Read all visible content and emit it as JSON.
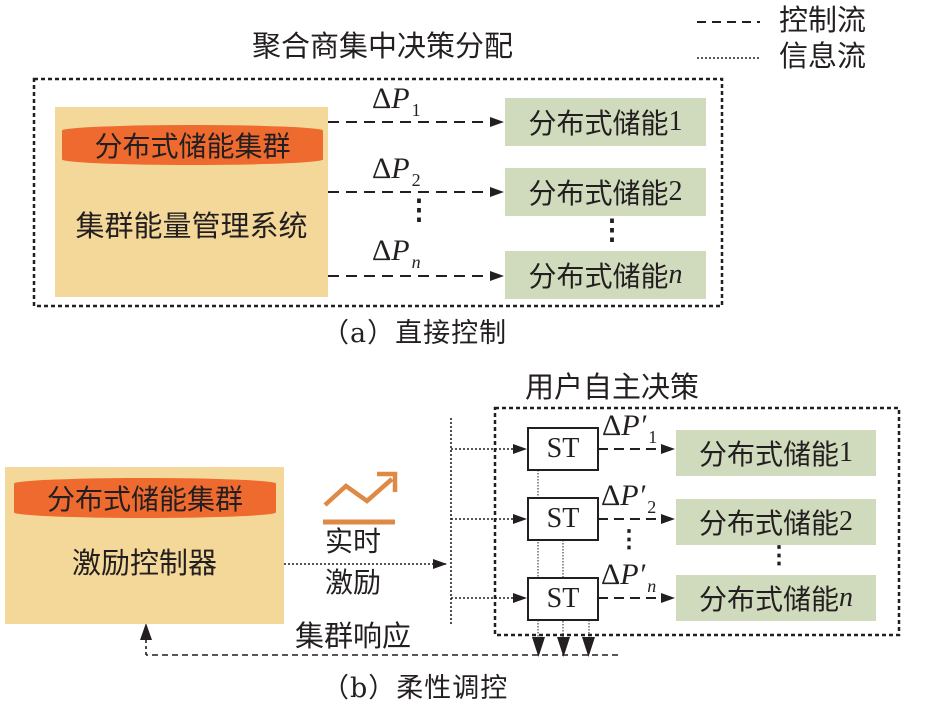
{
  "legend": {
    "control_flow": "控制流",
    "info_flow": "信息流"
  },
  "part_a": {
    "title": "聚合商集中决策分配",
    "cluster_label": "分布式储能集群",
    "system_label": "集群能量管理系统",
    "signals": [
      {
        "delta": "Δ",
        "var": "P",
        "sub": "1"
      },
      {
        "delta": "Δ",
        "var": "P",
        "sub": "2"
      },
      {
        "delta": "Δ",
        "var": "P",
        "sub": "n"
      }
    ],
    "storage_units": [
      {
        "prefix": "分布式储能",
        "index": "1"
      },
      {
        "prefix": "分布式储能",
        "index": "2"
      },
      {
        "prefix": "分布式储能",
        "index": "n"
      }
    ],
    "ellipsis": "⋮",
    "caption": "（a）直接控制"
  },
  "part_b": {
    "user_decision_title": "用户自主决策",
    "cluster_label": "分布式储能集群",
    "controller_label": "激励控制器",
    "incentive_line1": "实时",
    "incentive_line2": "激励",
    "response_label": "集群响应",
    "st_label": "ST",
    "signals": [
      {
        "delta": "Δ",
        "var": "P′",
        "sub": "1"
      },
      {
        "delta": "Δ",
        "var": "P′",
        "sub": "2"
      },
      {
        "delta": "Δ",
        "var": "P′",
        "sub": "n"
      }
    ],
    "storage_units": [
      {
        "prefix": "分布式储能",
        "index": "1"
      },
      {
        "prefix": "分布式储能",
        "index": "2"
      },
      {
        "prefix": "分布式储能",
        "index": "n"
      }
    ],
    "ellipsis": "⋮",
    "caption": "（b）柔性调控"
  },
  "colors": {
    "beige": "#f4d899",
    "orange_pill": "#ee6a2e",
    "green_box": "#cfdbbc",
    "trend_icon": "#de8a45",
    "line": "#231f20"
  }
}
